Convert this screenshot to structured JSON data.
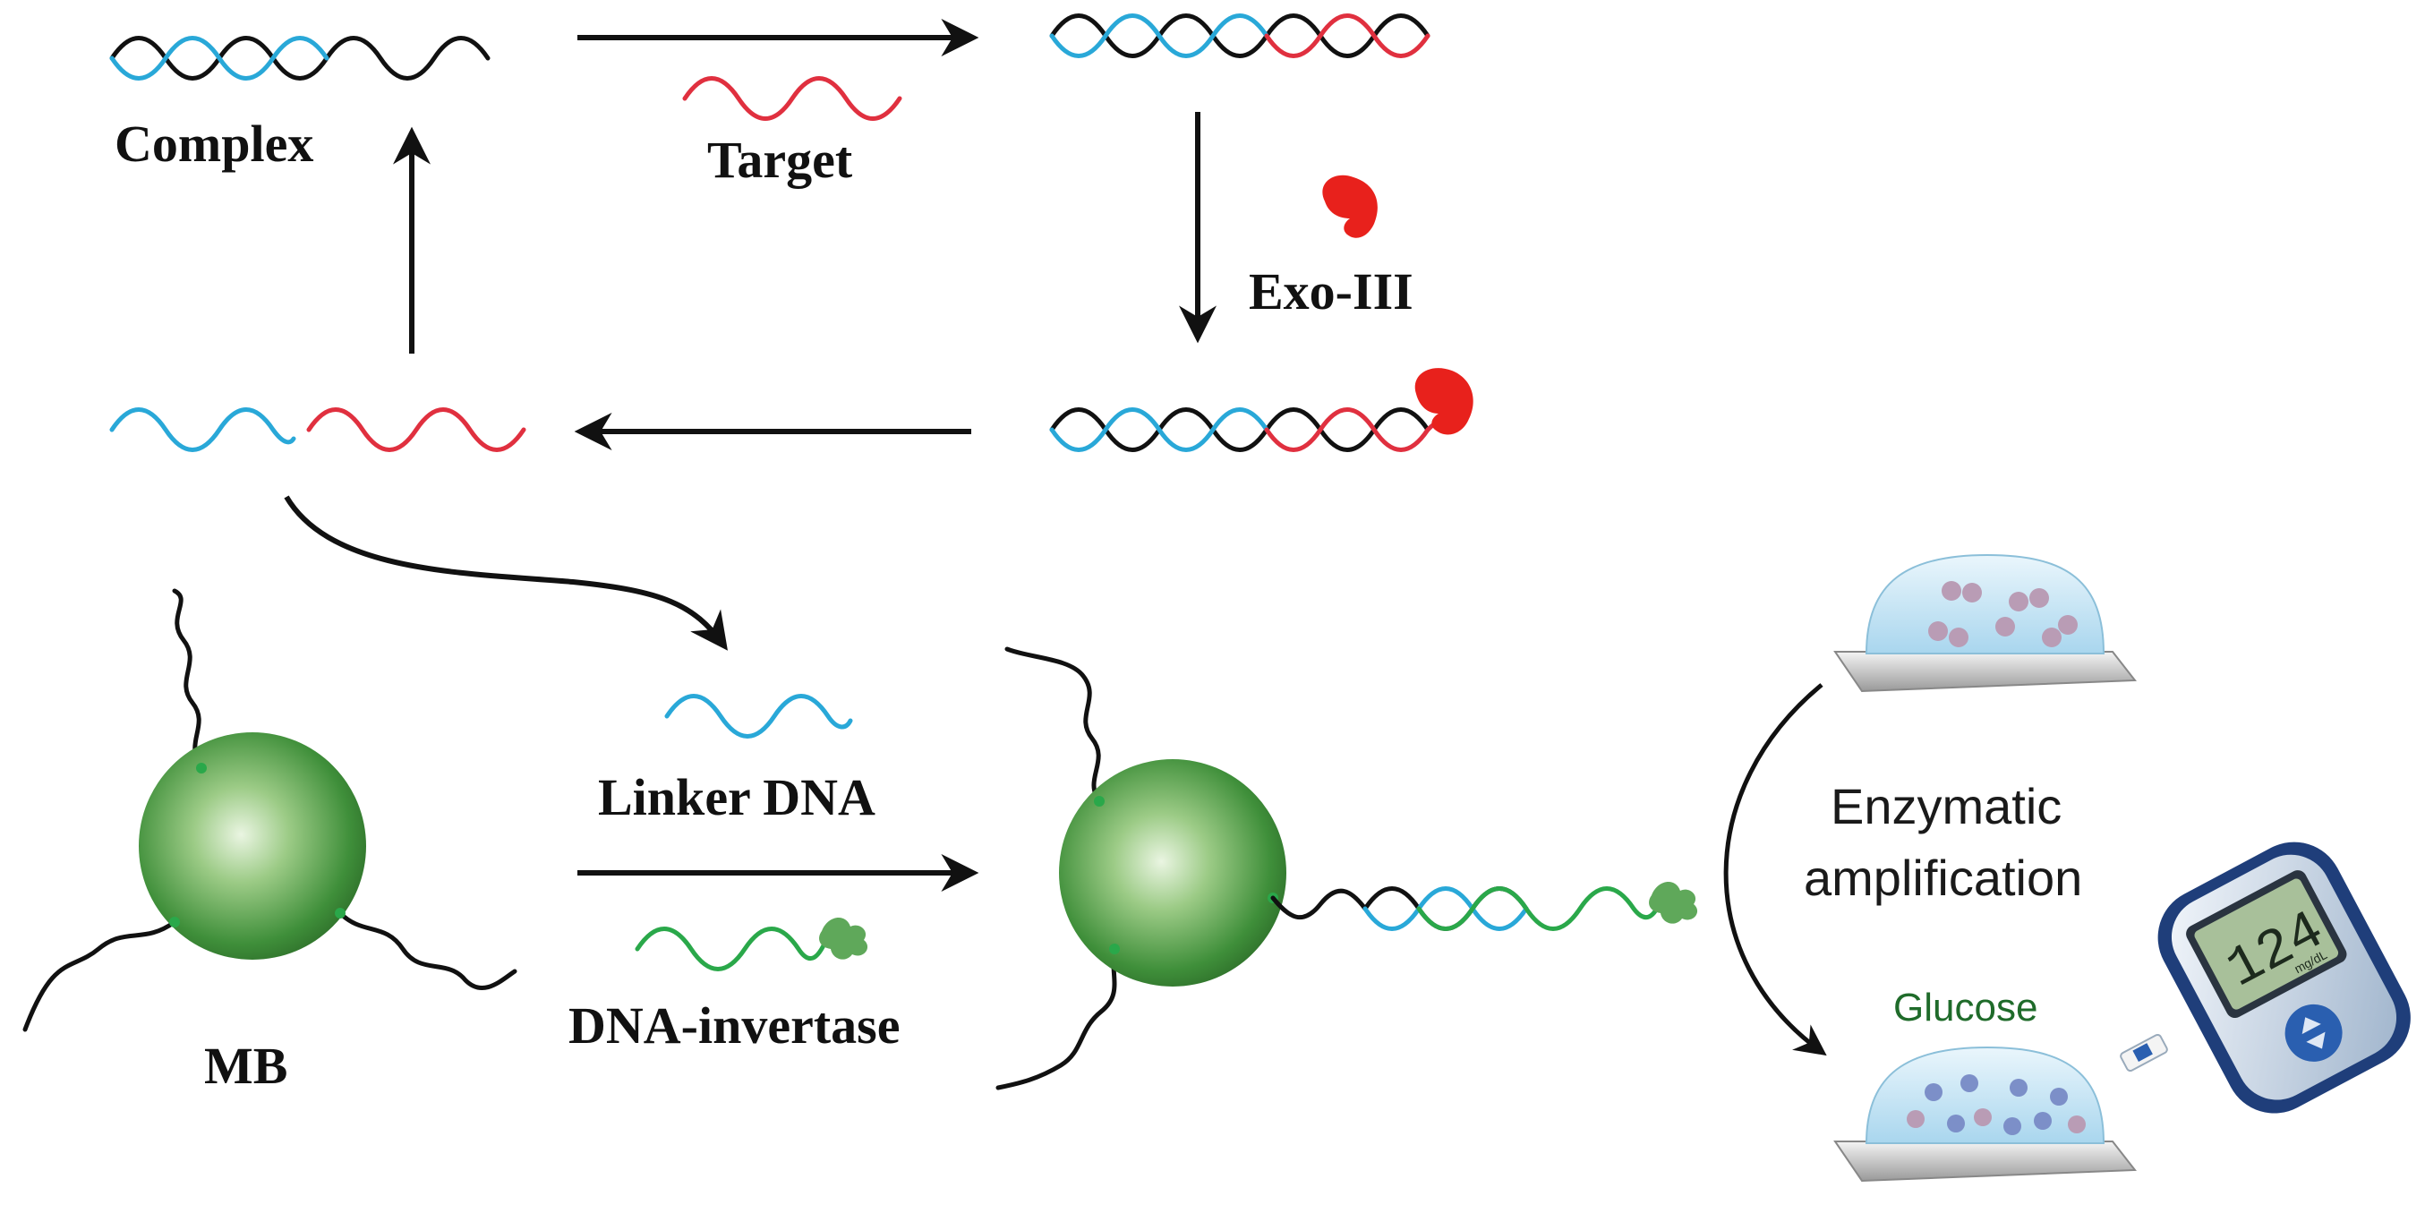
{
  "labels": {
    "complex": "Complex",
    "target": "Target",
    "exo": "Exo-III",
    "mb": "MB",
    "linker": "Linker DNA",
    "dna_invertase": "DNA-invertase",
    "enzymatic_line1": "Enzymatic",
    "enzymatic_line2": "amplification",
    "glucose": "Glucose",
    "meter_reading": "124",
    "meter_unit": "mg/dL"
  },
  "colors": {
    "blue_strand": "#29a8d8",
    "red_strand": "#e0303f",
    "black_strand": "#111111",
    "green_strand": "#2aa84a",
    "bead": "#3f8f3a",
    "glucose_text": "#1f6b2a",
    "exo_enzyme": "#e8211c"
  },
  "icons": [
    "exo-iii-enzyme-icon",
    "invertase-enzyme-icon",
    "glucose-meter-icon",
    "sucrose-dish-icon",
    "glucose-dish-icon"
  ]
}
